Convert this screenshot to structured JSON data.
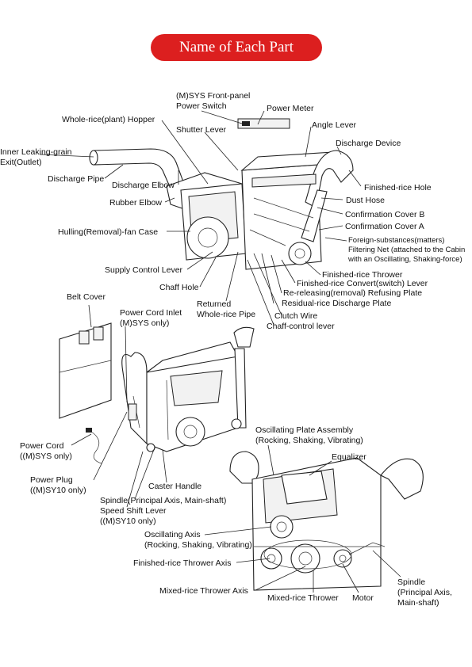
{
  "title": "Name of Each Part",
  "colors": {
    "badge": "#dc1f1f",
    "badge_text": "#ffffff"
  },
  "labels": {
    "front_panel_switch_1": "(M)SYS Front-panel",
    "front_panel_switch_2": "Power Switch",
    "power_meter": "Power Meter",
    "whole_rice_hopper": "Whole-rice(plant) Hopper",
    "shutter_lever": "Shutter Lever",
    "angle_lever": "Angle Lever",
    "inner_leaking_1": "Inner Leaking-grain",
    "inner_leaking_2": "Exit(Outlet)",
    "discharge_device": "Discharge Device",
    "discharge_pipe": "Discharge Pipe",
    "finished_rice_hole": "Finished-rice Hole",
    "discharge_elbow": "Discharge Elbow",
    "dust_hose": "Dust Hose",
    "rubber_elbow": "Rubber Elbow",
    "confirmation_cover_b": "Confirmation Cover B",
    "confirmation_cover_a": "Confirmation Cover A",
    "hulling_fan_case": "Hulling(Removal)-fan Case",
    "foreign_net_1": "Foreign-substances(matters)",
    "foreign_net_2": "Filtering Net (attached to the Cabin",
    "foreign_net_3": "with an Oscillating, Shaking-force)",
    "supply_control_lever": "Supply Control Lever",
    "finished_rice_thrower": "Finished-rice Thrower",
    "finished_rice_convert": "Finished-rice Convert(switch) Lever",
    "chaff_hole": "Chaff Hole",
    "re_releasing": "Re-releasing(removal) Refusing Plate",
    "returned_1": "Returned",
    "returned_2": "Whole-rice Pipe",
    "residual_plate": "Residual-rice Discharge Plate",
    "clutch_wire": "Clutch Wire",
    "chaff_control": "Chaff-control lever",
    "belt_cover": "Belt Cover",
    "power_cord_inlet_1": "Power Cord Inlet",
    "power_cord_inlet_2": "(M)SYS only)",
    "oscillating_plate_1": "Oscillating Plate Assembly",
    "oscillating_plate_2": "(Rocking, Shaking, Vibrating)",
    "equalizer": "Equalizer",
    "power_cord_1": "Power Cord",
    "power_cord_2": "((M)SYS only)",
    "power_plug_1": "Power Plug",
    "power_plug_2": "((M)SY10 only)",
    "caster_handle": "Caster Handle",
    "spindle_speed_1": "Spindle(Principal Axis, Main-shaft)",
    "spindle_speed_2": "Speed Shift Lever",
    "spindle_speed_3": "((M)SY10 only)",
    "oscillating_axis_1": "Oscillating Axis",
    "oscillating_axis_2": "(Rocking, Shaking, Vibrating)",
    "finished_axis": "Finished-rice Thrower Axis",
    "spindle_1": "Spindle",
    "spindle_2": "(Principal Axis,",
    "spindle_3": "Main-shaft)",
    "mixed_axis": "Mixed-rice Thrower Axis",
    "mixed_thrower": "Mixed-rice Thrower",
    "motor": "Motor"
  }
}
